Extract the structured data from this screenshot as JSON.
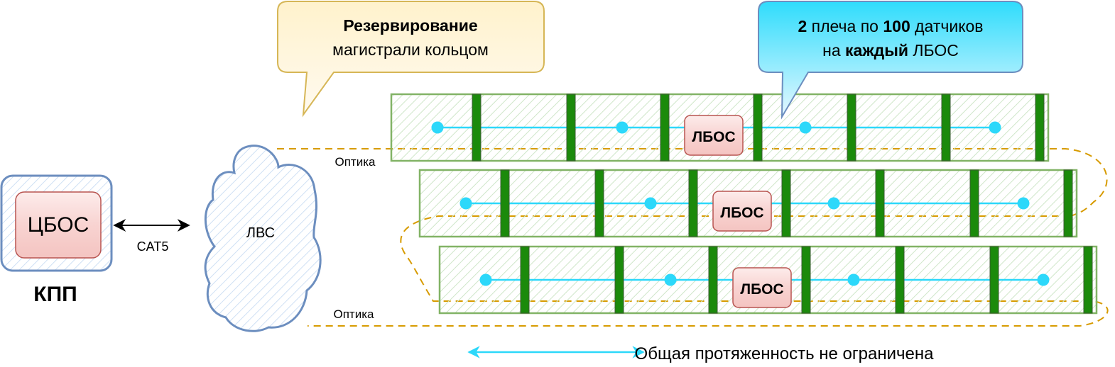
{
  "kpp": {
    "label": "КПП",
    "cbos_label": "ЦБОС"
  },
  "link": {
    "label": "CAT5"
  },
  "lan": {
    "label": "ЛВС"
  },
  "optics_labels": [
    "Оптика",
    "Оптика"
  ],
  "callout_ring": {
    "line1_bold": "Резервирование",
    "line2": "магистрали кольцом"
  },
  "callout_sensors": {
    "n_arms": "2",
    "text_a": " плеча по ",
    "n_sensors": "100",
    "text_b": " датчиков",
    "text_c": "на ",
    "bold_word": "каждый",
    "text_d": " ЛБОС"
  },
  "segments": [
    {
      "lbos_label": "ЛБОС",
      "sensor_count": 4,
      "post_count": 7
    },
    {
      "lbos_label": "ЛБОС",
      "sensor_count": 4,
      "post_count": 7
    },
    {
      "lbos_label": "ЛБОС",
      "sensor_count": 4,
      "post_count": 7
    }
  ],
  "legend": {
    "text": "Общая протяженность не ограничена"
  },
  "colors": {
    "zone_border": "#82b366",
    "zone_hatch": "#d5e8d4",
    "post": "#1b8a0b",
    "sensor": "#2cd8fa",
    "optic_line": "#d79b00",
    "lan_border": "#6c8ebf",
    "cbos_fill": "#f8cecc",
    "cbos_border": "#b85450",
    "callout_yellow": "#fff2cc",
    "callout_yellow_border": "#d6b656",
    "callout_blue": "#2fdcfc",
    "callout_blue_border": "#6c8ebf"
  }
}
